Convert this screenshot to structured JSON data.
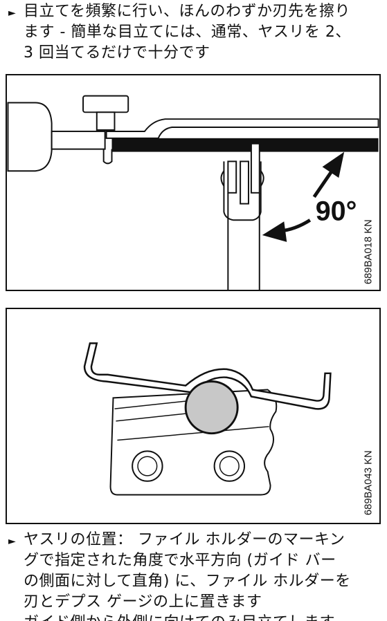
{
  "intro": {
    "bullet": "►",
    "lines": [
      "目立てを頻繁に行い、ほんのわずか刃先を擦り",
      "ます - 簡単な目立てには、通常、ヤスリを 2、",
      "3 回当てるだけで十分です"
    ]
  },
  "figure1": {
    "code": "689BA018 KN",
    "angle_label": "90°"
  },
  "figure2": {
    "code": "689BA043 KN"
  },
  "position": {
    "bullet": "►",
    "lines": [
      "ヤスリの位置： ファイル ホルダーのマーキン",
      "グで指定された角度で水平方向 (ガイド バー",
      "の側面に対して直角) に、ファイル ホルダーを",
      "刃とデプス ゲージの上に置きます",
      "ガイド側から外側に向けてのみ目立てします"
    ]
  }
}
